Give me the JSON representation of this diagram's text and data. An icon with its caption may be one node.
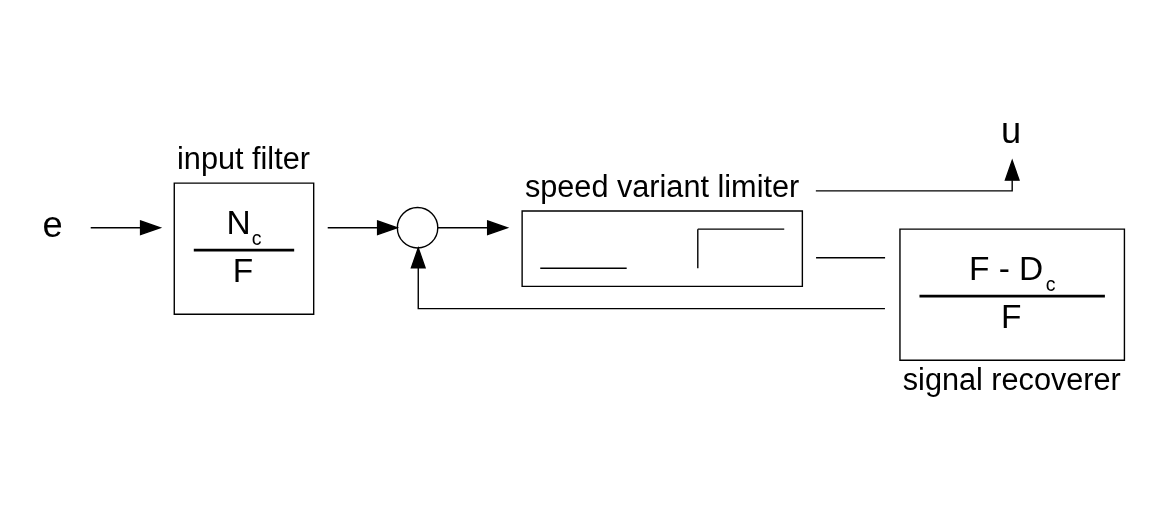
{
  "diagram": {
    "nodes": [
      {
        "text": [
          "e"
        ]
      },
      {
        "text": [
          "input filter",
          "N$_{c}$",
          "F"
        ]
      },
      {
        "text": [],
        "shape": "circle"
      },
      {
        "text": [
          "speed variant limiter"
        ]
      },
      {
        "text": [
          "u"
        ]
      },
      {
        "text": [
          "F - D$_{c}$",
          "F",
          "signal recoverer"
        ]
      }
    ],
    "edges": [
      {
        "from": 0,
        "to": 1,
        "arrow": "to"
      },
      {
        "from": 1,
        "to": 2,
        "arrow": "to"
      },
      {
        "from": 2,
        "to": 3,
        "arrow": "to"
      },
      {
        "from": 3,
        "to": 4,
        "arrow": "to"
      },
      {
        "from": 3,
        "to": 5,
        "arrow": "none"
      },
      {
        "from": 5,
        "to": 2,
        "arrow": "to"
      }
    ]
  }
}
